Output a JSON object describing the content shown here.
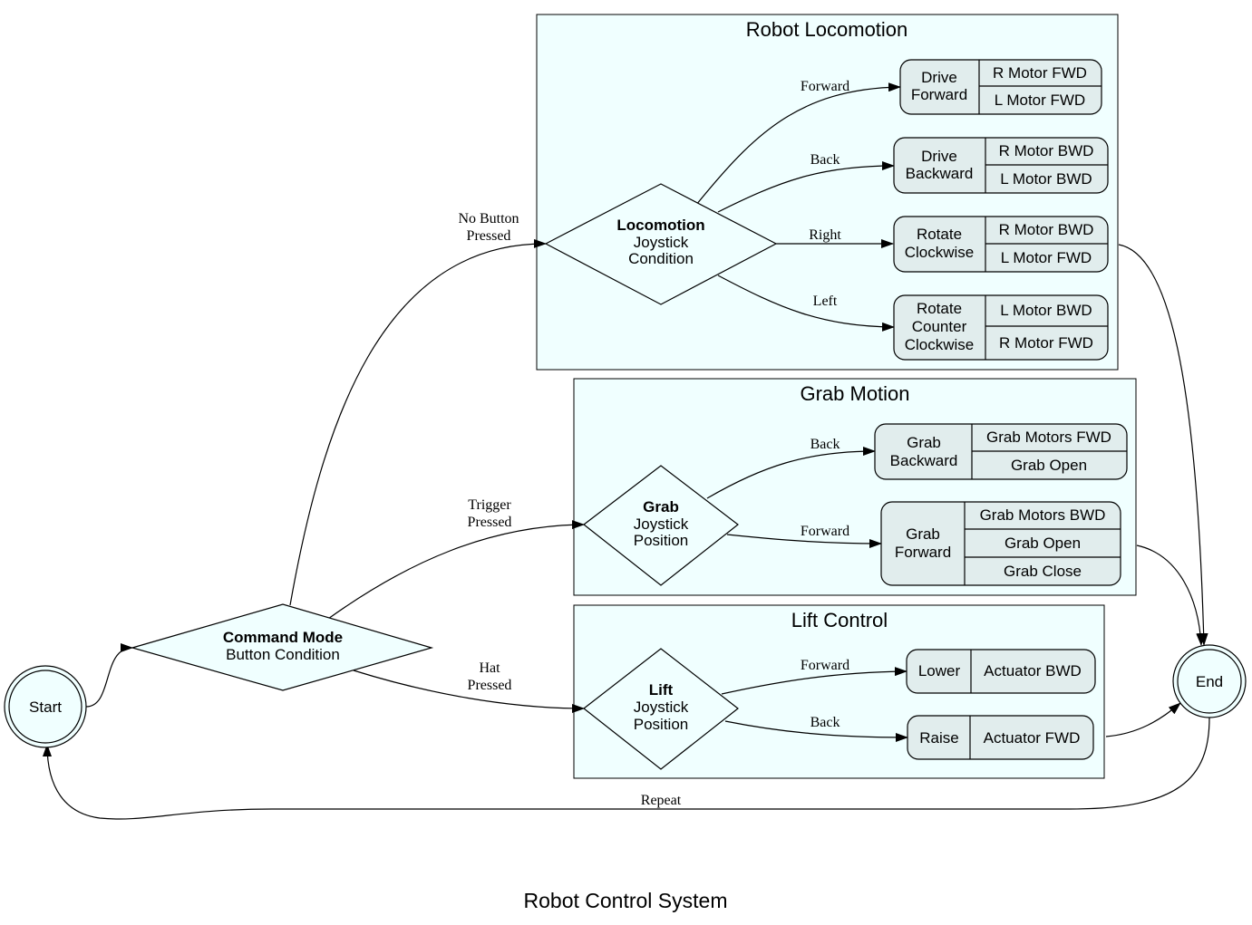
{
  "title": "Robot Control System",
  "clusters": {
    "locomotion": "Robot Locomotion",
    "grab": "Grab Motion",
    "lift": "Lift Control"
  },
  "nodes": {
    "start": "Start",
    "end": "End",
    "command": {
      "bold": "Command Mode",
      "sub": [
        "Button Condition"
      ]
    },
    "loco_decision": {
      "bold": "Locomotion",
      "sub": [
        "Joystick",
        "Condition"
      ]
    },
    "grab_decision": {
      "bold": "Grab",
      "sub": [
        "Joystick",
        "Position"
      ]
    },
    "lift_decision": {
      "bold": "Lift",
      "sub": [
        "Joystick",
        "Position"
      ]
    }
  },
  "records": {
    "drive_forward": {
      "name": [
        "Drive",
        "Forward"
      ],
      "actions": [
        "R Motor FWD",
        "L Motor FWD"
      ]
    },
    "drive_backward": {
      "name": [
        "Drive",
        "Backward"
      ],
      "actions": [
        "R Motor BWD",
        "L Motor BWD"
      ]
    },
    "rotate_cw": {
      "name": [
        "Rotate",
        "Clockwise"
      ],
      "actions": [
        "R Motor BWD",
        "L Motor FWD"
      ]
    },
    "rotate_ccw": {
      "name": [
        "Rotate",
        "Counter",
        "Clockwise"
      ],
      "actions": [
        "L Motor BWD",
        "R Motor FWD"
      ]
    },
    "grab_backward": {
      "name": [
        "Grab",
        "Backward"
      ],
      "actions": [
        "Grab Motors FWD",
        "Grab Open"
      ]
    },
    "grab_forward": {
      "name": [
        "Grab",
        "Forward"
      ],
      "actions": [
        "Grab Motors BWD",
        "Grab Open",
        "Grab Close"
      ]
    },
    "lower": {
      "name": [
        "Lower"
      ],
      "actions": [
        "Actuator BWD"
      ]
    },
    "raise": {
      "name": [
        "Raise"
      ],
      "actions": [
        "Actuator FWD"
      ]
    }
  },
  "edge_labels": {
    "no_button": [
      "No Button",
      "Pressed"
    ],
    "trigger": [
      "Trigger",
      "Pressed"
    ],
    "hat": [
      "Hat",
      "Pressed"
    ],
    "loco_forward": "Forward",
    "loco_back": "Back",
    "loco_right": "Right",
    "loco_left": "Left",
    "grab_back": "Back",
    "grab_forward": "Forward",
    "lift_forward": "Forward",
    "lift_back": "Back",
    "repeat": "Repeat"
  },
  "colors": {
    "cluster_fill": "#f0ffff",
    "record_fill": "#e1eded",
    "stroke": "#000000"
  }
}
